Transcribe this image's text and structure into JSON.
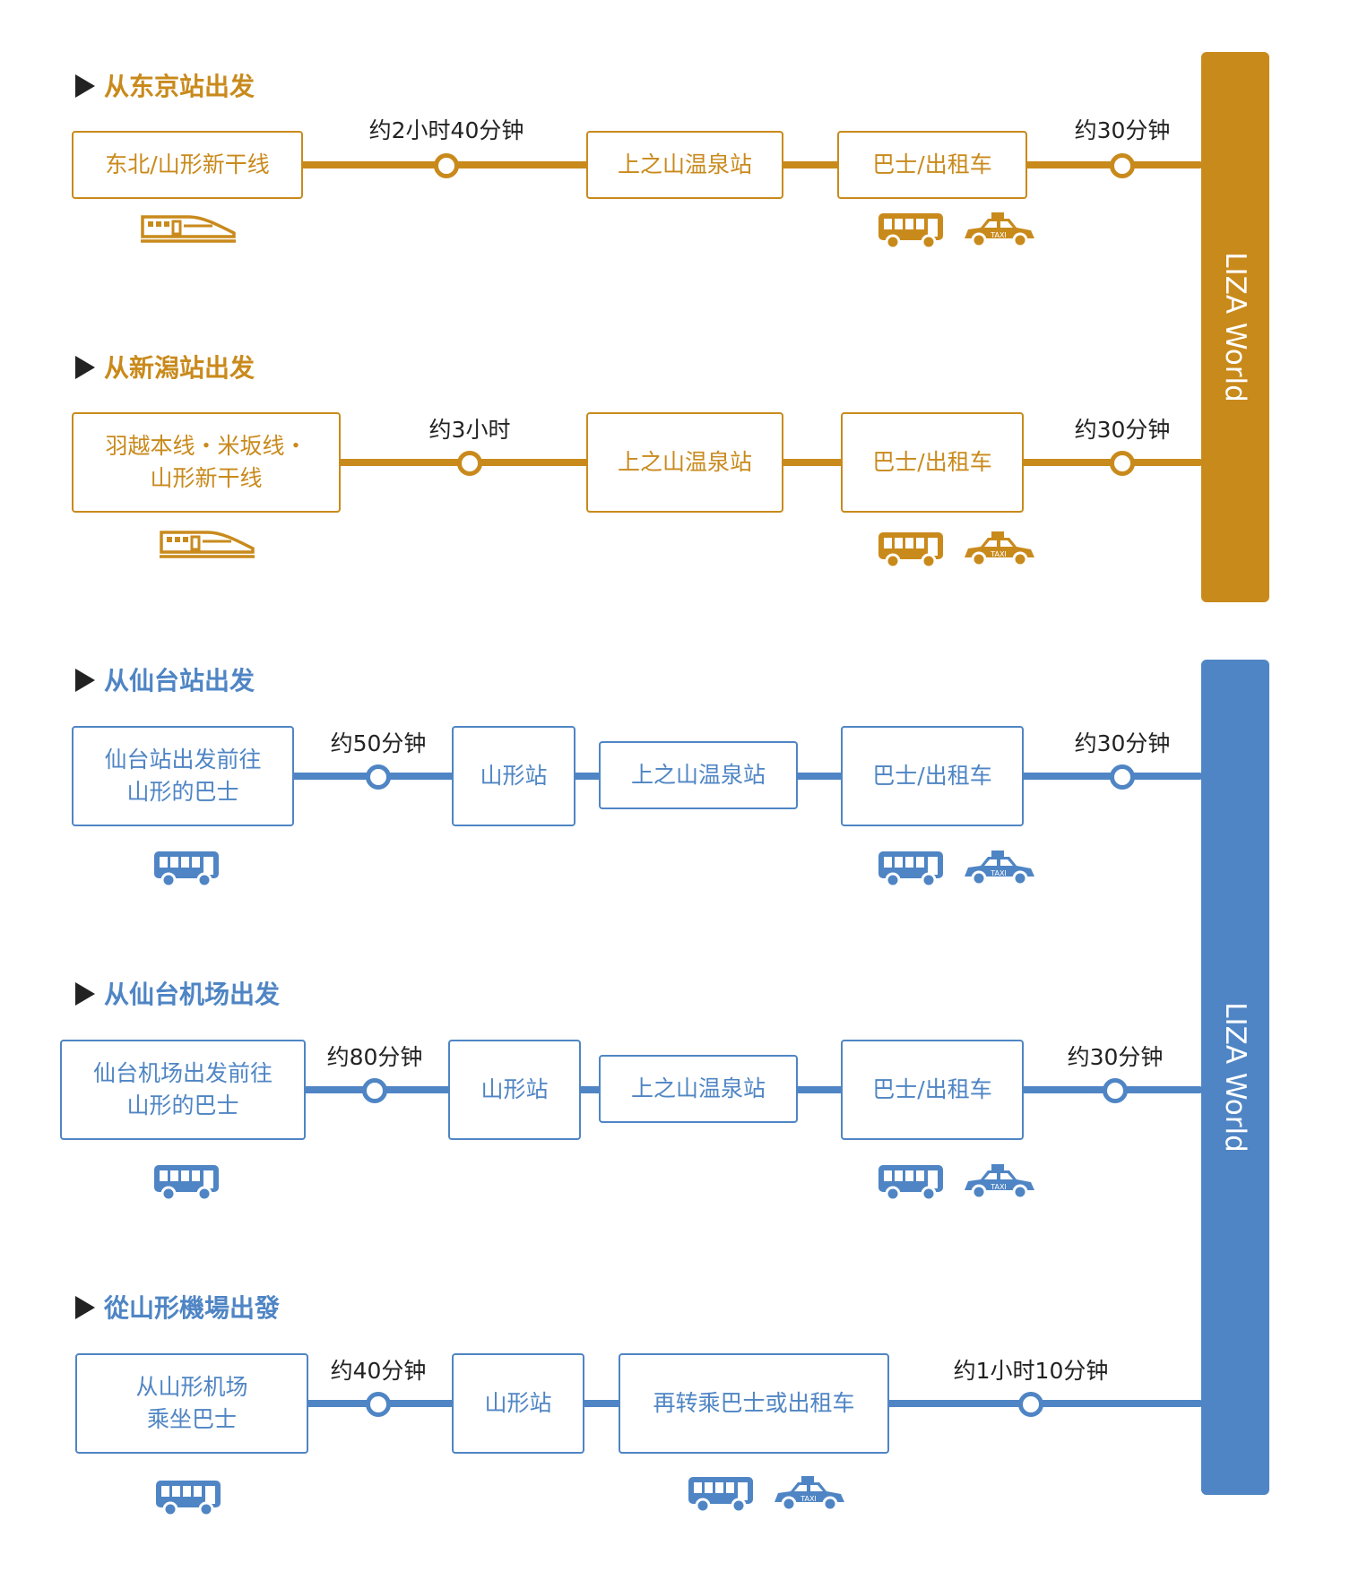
{
  "colors": {
    "gold": "#C98A1C",
    "blue": "#4F85C4"
  },
  "bars": {
    "gold_label": "LIZA World",
    "blue_label": "LIZA World"
  },
  "routes": [
    {
      "title": "从东京站出发",
      "boxes": [
        "东北/山形新干线",
        "上之山温泉站",
        "巴士/出租车"
      ],
      "times": [
        "约2小时40分钟",
        "约30分钟"
      ],
      "icons": [
        "train-icon",
        "bus-icon",
        "taxi-icon"
      ]
    },
    {
      "title": "从新潟站出发",
      "boxes": [
        "羽越本线・米坂线・\n山形新干线",
        "上之山温泉站",
        "巴士/出租车"
      ],
      "times": [
        "约3小时",
        "约30分钟"
      ],
      "icons": [
        "train-icon",
        "bus-icon",
        "taxi-icon"
      ]
    },
    {
      "title": "从仙台站出发",
      "boxes": [
        "仙台站出发前往\n山形的巴士",
        "山形站",
        "上之山温泉站",
        "巴士/出租车"
      ],
      "times": [
        "约50分钟",
        "约30分钟"
      ],
      "icons": [
        "bus-icon",
        "bus-icon",
        "taxi-icon"
      ]
    },
    {
      "title": "从仙台机场出发",
      "boxes": [
        "仙台机场出发前往\n山形的巴士",
        "山形站",
        "上之山温泉站",
        "巴士/出租车"
      ],
      "times": [
        "约80分钟",
        "约30分钟"
      ],
      "icons": [
        "bus-icon",
        "bus-icon",
        "taxi-icon"
      ]
    },
    {
      "title": "從山形機場出發",
      "boxes": [
        "从山形机场\n乘坐巴士",
        "山形站",
        "再转乘巴士或出租车"
      ],
      "times": [
        "约40分钟",
        "约1小时10分钟"
      ],
      "icons": [
        "bus-icon",
        "bus-icon",
        "taxi-icon"
      ]
    }
  ],
  "taxi_sign": "TAXI"
}
